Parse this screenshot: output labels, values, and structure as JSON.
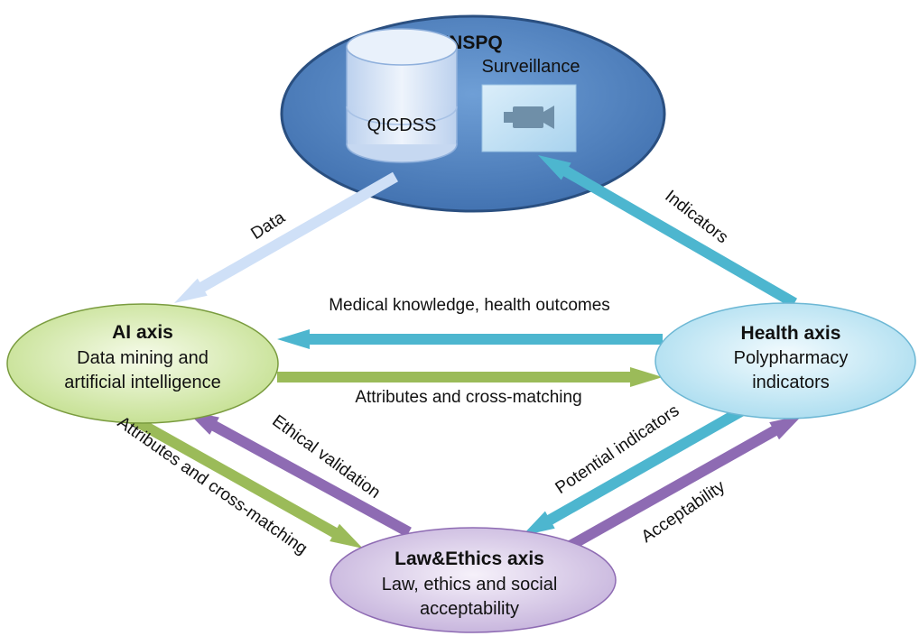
{
  "nodes": {
    "inspq": {
      "title": "INSPQ",
      "database": "QICDSS",
      "surveillance": "Surveillance",
      "fill": "#4f83c4",
      "stroke": "#2a4f80"
    },
    "ai": {
      "title": "AI axis",
      "line1": "Data mining and",
      "line2": "artificial intelligence",
      "fill": "#d8ecb0"
    },
    "health": {
      "title": "Health axis",
      "line1": "Polypharmacy",
      "line2": "indicators",
      "fill": "#cdebf6"
    },
    "law": {
      "title": "Law&Ethics axis",
      "line1": "Law, ethics and social",
      "line2": "acceptability",
      "fill": "#d9cde6"
    }
  },
  "edges": {
    "data": {
      "label": "Data",
      "color": "#cfe0f7"
    },
    "indicators": {
      "label": "Indicators",
      "color": "#4db6cf"
    },
    "medical": {
      "label": "Medical knowledge, health outcomes",
      "color": "#4db6cf"
    },
    "attributes_top": {
      "label": "Attributes and cross-matching",
      "color": "#9bbb59"
    },
    "attributes_left": {
      "label": "Attributes and cross-matching",
      "color": "#9bbb59"
    },
    "ethical": {
      "label": "Ethical validation",
      "color": "#8e6bb3"
    },
    "potential": {
      "label": "Potential indicators",
      "color": "#4db6cf"
    },
    "acceptability": {
      "label": "Acceptability",
      "color": "#8e6bb3"
    }
  }
}
